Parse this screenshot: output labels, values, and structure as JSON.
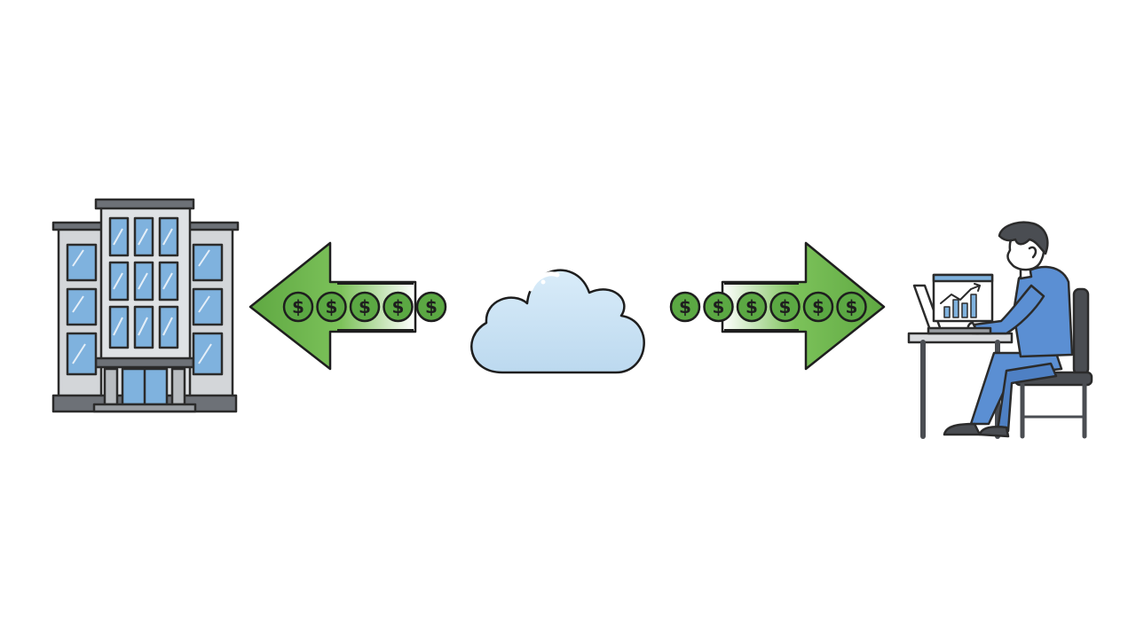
{
  "diagram": {
    "nodes": [
      {
        "id": "building",
        "icon": "office-building-icon"
      },
      {
        "id": "cloud",
        "icon": "cloud-icon"
      },
      {
        "id": "person",
        "icon": "person-at-laptop-icon"
      }
    ],
    "edges": [
      {
        "from": "cloud",
        "to": "building",
        "icon": "money-arrow-left-icon",
        "coins": 5
      },
      {
        "from": "cloud",
        "to": "person",
        "icon": "money-arrow-right-icon",
        "coins": 6
      }
    ],
    "coin_symbol": "$",
    "colors": {
      "arrow_green": "#6ab04c",
      "coin_green": "#5ba843",
      "cloud_blue": "#c9e2f3",
      "window_blue": "#7fb2de",
      "shirt_blue": "#5b8fd3",
      "building_gray": "#cfd2d5",
      "outline": "#1e1e1e"
    }
  }
}
